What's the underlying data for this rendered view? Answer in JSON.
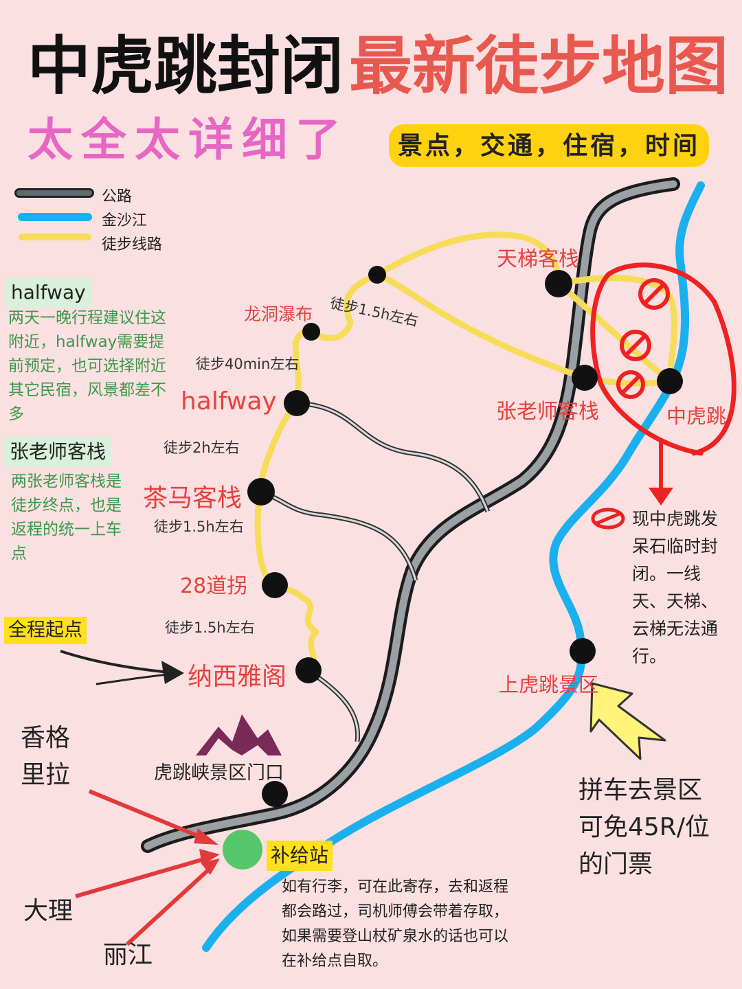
{
  "title": {
    "black": "中虎跳封闭",
    "red": "最新徒步地图"
  },
  "subtitle": "太全太详细了",
  "badge": "景点，交通，住宿，时间",
  "legend": [
    {
      "label": "公路",
      "color": "#5f6a6f"
    },
    {
      "label": "金沙江",
      "color": "#1ab0ee"
    },
    {
      "label": "徒步线路",
      "color": "#f7dc5a"
    }
  ],
  "colors": {
    "background": "#fbe0e2",
    "title_red": "#e8584f",
    "subtitle_pink": "#e667c3",
    "label_red": "#e8413d",
    "green_text": "#3a9a4a",
    "highlight_yellow": "#ffd20f"
  },
  "places": {
    "tianti": "天梯客栈",
    "longdong": "龙洞瀑布",
    "halfway": "halfway",
    "zhang": "张老师客栈",
    "zhonghutiao": "中虎跳",
    "chama": "茶马客栈",
    "daoguai": "28道拐",
    "naxi": "纳西雅阁",
    "gate": "虎跳峡景区门口",
    "shanghutiao": "上虎跳景区",
    "supply": "补给站"
  },
  "walks": {
    "w1": "徒步1.5h左右",
    "w2": "徒步40min左右",
    "w3": "徒步2h左右",
    "w4": "徒步1.5h左右",
    "w5": "徒步1.5h左右"
  },
  "info_halfway": {
    "tag": "halfway",
    "text": "两天一晚行程建议住这附近，halfway需要提前预定，也可选择附近其它民宿，风景都差不多"
  },
  "info_zhang": {
    "tag": "张老师客栈",
    "text": "两张老师客栈是徒步终点，也是返程的统一上车点"
  },
  "start_tag": "全程起点",
  "closure_note": "现中虎跳发呆石临时封闭。一线天、天梯、云梯无法通行。",
  "carpool_note": "拼车去景区可免45R/位的门票",
  "supply_note": "如有行李，可在此寄存，去和返程都会路过，司机师傅会带着存取，如果需要登山杖矿泉水的话也可以在补给点自取。",
  "origins": {
    "shangrila": "香格里拉",
    "dali": "大理",
    "lijiang": "丽江"
  }
}
